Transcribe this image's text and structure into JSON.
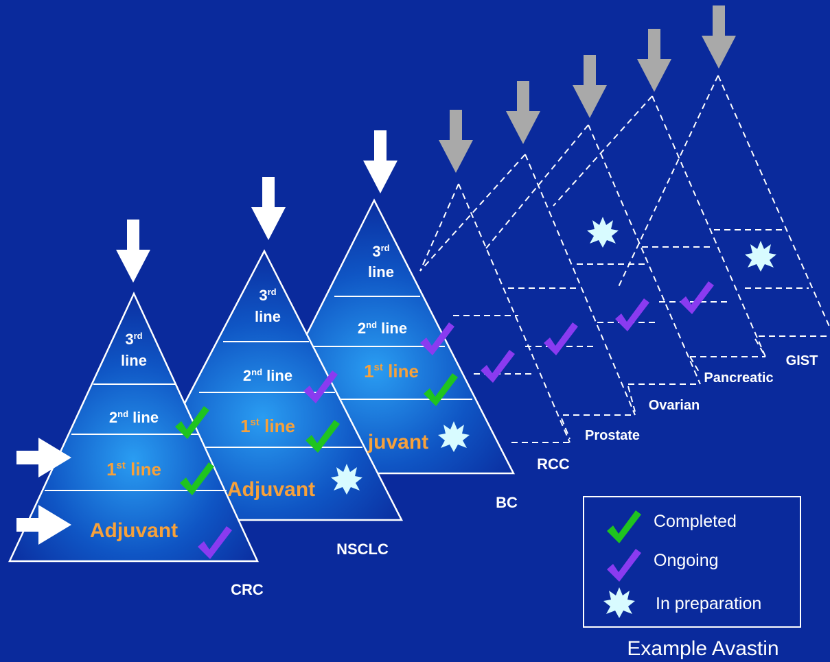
{
  "colors": {
    "background": "#0a2a9c",
    "outline": "#ffffff",
    "label_orange": "#f7a13a",
    "completed_check": "#1fc41f",
    "ongoing_check": "#8a3bf0",
    "in_preparation_star": "#d8fbff",
    "pending_arrow": "#a9a9a9",
    "active_arrow": "#ffffff"
  },
  "pyramids": [
    {
      "name": "CRC",
      "levels": [
        {
          "super": "3",
          "suffix": "rd",
          "word": "line"
        },
        {
          "super": "2",
          "suffix": "nd",
          "word": "line"
        },
        {
          "super": "1",
          "suffix": "st",
          "word": "line"
        },
        {
          "word": "Adjuvant"
        }
      ]
    },
    {
      "name": "NSCLC",
      "levels": [
        {
          "super": "3",
          "suffix": "rd",
          "word": "line"
        },
        {
          "super": "2",
          "suffix": "nd",
          "word": "line"
        },
        {
          "super": "1",
          "suffix": "st",
          "word": "line"
        },
        {
          "word": "Adjuvant"
        }
      ]
    },
    {
      "name": "BC",
      "levels": [
        {
          "super": "3",
          "suffix": "rd",
          "word": "line"
        },
        {
          "super": "2",
          "suffix": "nd",
          "word": "line"
        },
        {
          "super": "1",
          "suffix": "st",
          "word": "line"
        },
        {
          "word": "juvant"
        }
      ]
    },
    {
      "name": "RCC"
    },
    {
      "name": "Prostate"
    },
    {
      "name": "Ovarian"
    },
    {
      "name": "Pancreatic"
    },
    {
      "name": "GIST"
    }
  ],
  "legend": {
    "completed": "Completed",
    "ongoing": "Ongoing",
    "in_preparation": "In preparation"
  },
  "caption": "Example Avastin"
}
